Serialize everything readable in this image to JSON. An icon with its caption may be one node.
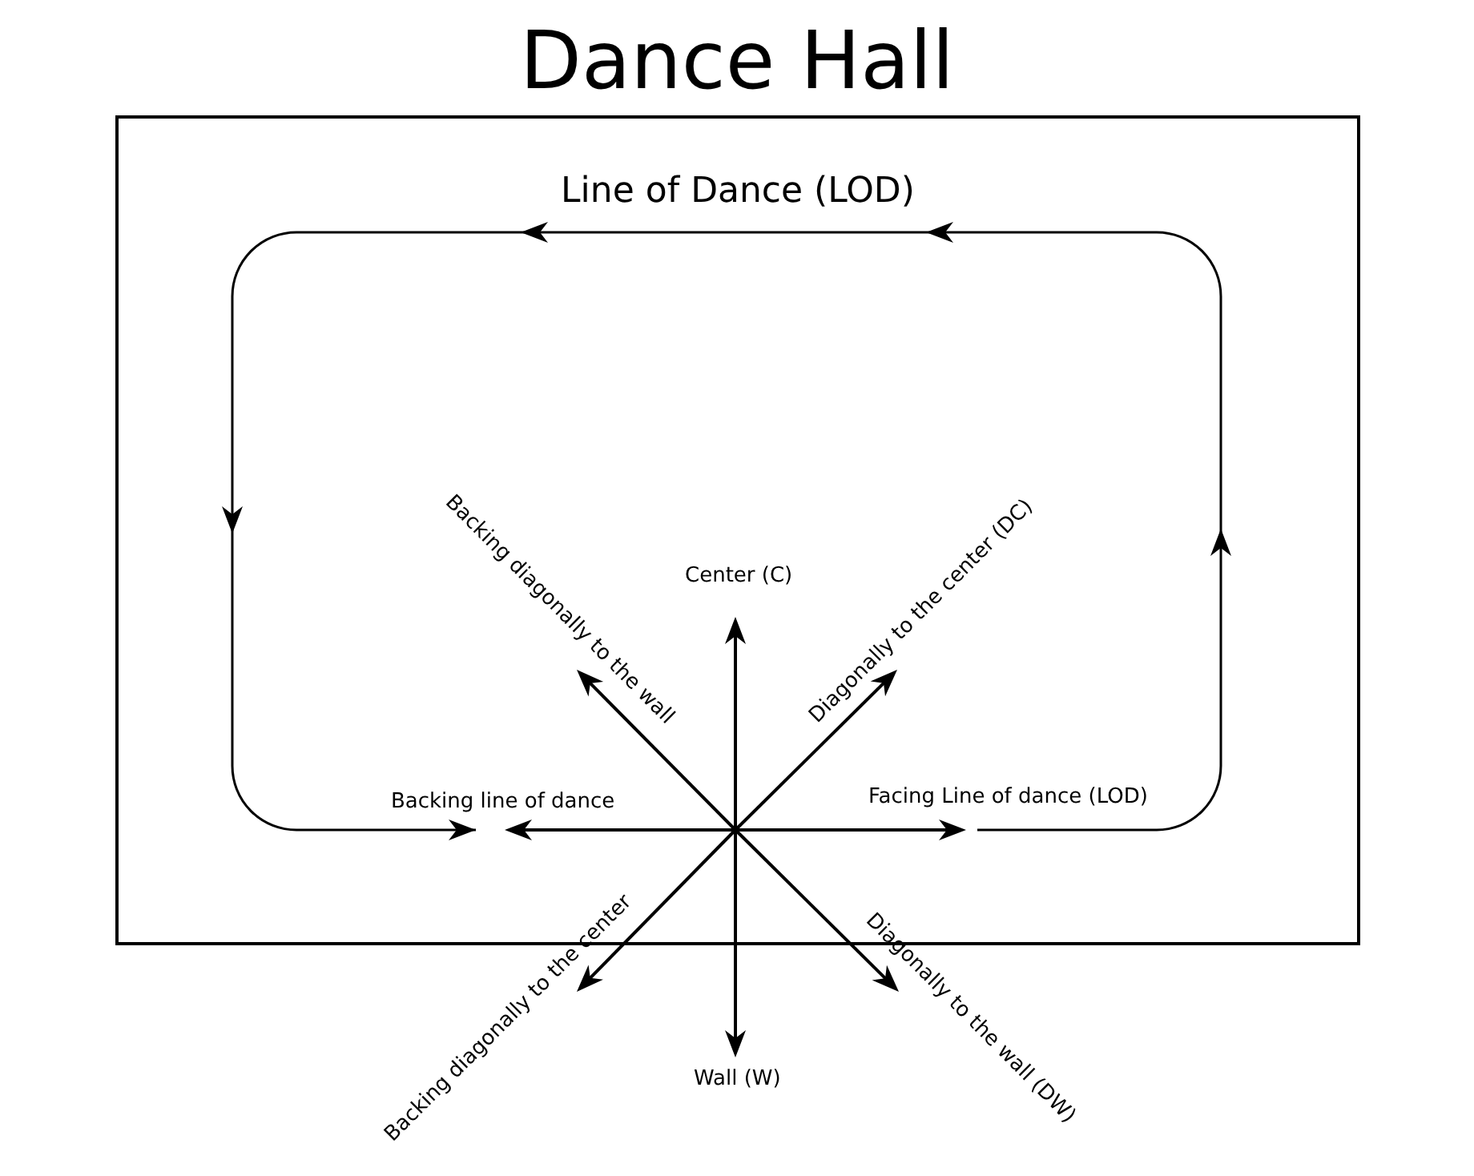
{
  "diagram": {
    "title": "Dance Hall",
    "nodes": [
      {
        "text": [
          "Line of Dance (LOD)"
        ]
      }
    ],
    "labels": [
      "Backing diagonally to the wall",
      "Diagonally to the center (DC)",
      "Center (C)",
      "Backing line of dance",
      "Facing Line of dance (LOD)",
      "Backing diagonally to the center",
      "Diagonally to the wall (DW)",
      "Wall (W)"
    ]
  }
}
